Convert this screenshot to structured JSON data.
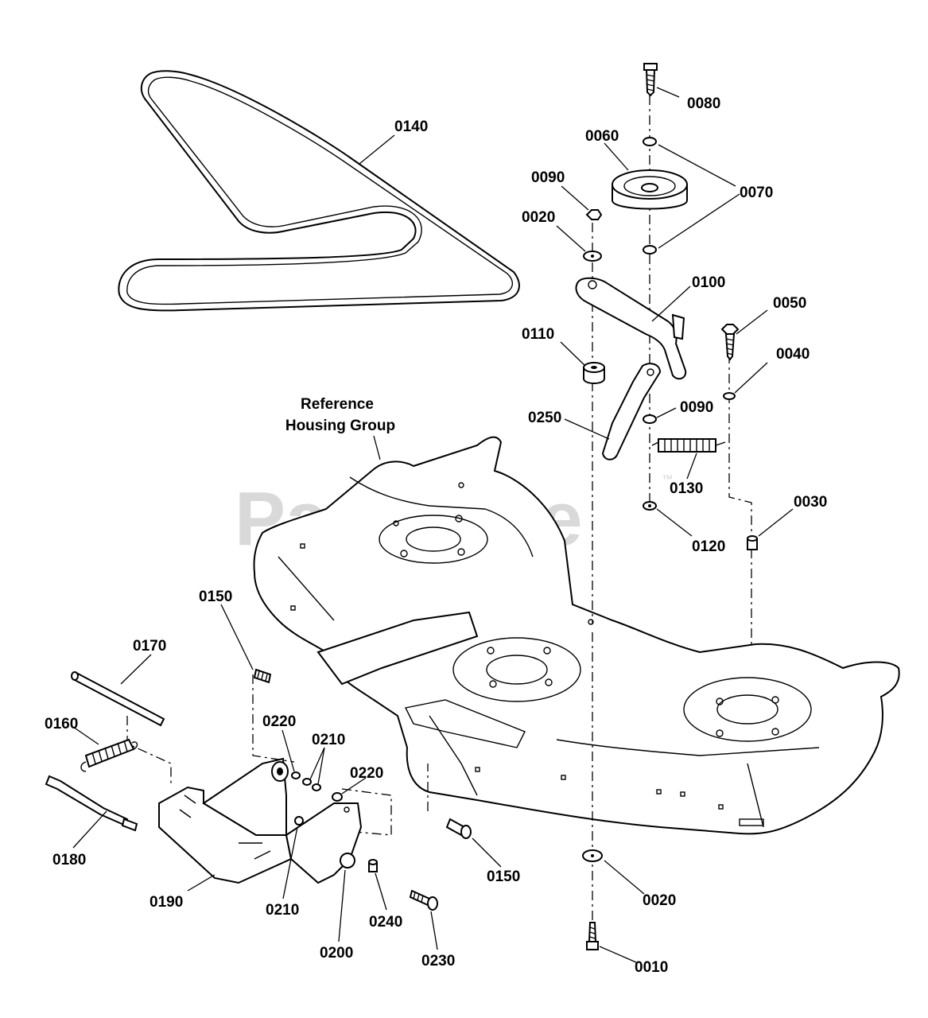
{
  "diagram": {
    "reference_label_line1": "Reference",
    "reference_label_line2": "Housing Group",
    "watermark": "PartsTree",
    "watermark_tm": "™",
    "part_labels": {
      "p0010": "0010",
      "p0020_top": "0020",
      "p0020_bottom": "0020",
      "p0030": "0030",
      "p0040": "0040",
      "p0050": "0050",
      "p0060": "0060",
      "p0070": "0070",
      "p0080": "0080",
      "p0090_top": "0090",
      "p0090_mid": "0090",
      "p0100": "0100",
      "p0110": "0110",
      "p0120": "0120",
      "p0130": "0130",
      "p0140": "0140",
      "p0150_upper": "0150",
      "p0150_lower": "0150",
      "p0160": "0160",
      "p0170": "0170",
      "p0180": "0180",
      "p0190": "0190",
      "p0200": "0200",
      "p0210_upper": "0210",
      "p0210_lower": "0210",
      "p0220_left": "0220",
      "p0220_right": "0220",
      "p0230": "0230",
      "p0240": "0240",
      "p0250": "0250"
    }
  }
}
